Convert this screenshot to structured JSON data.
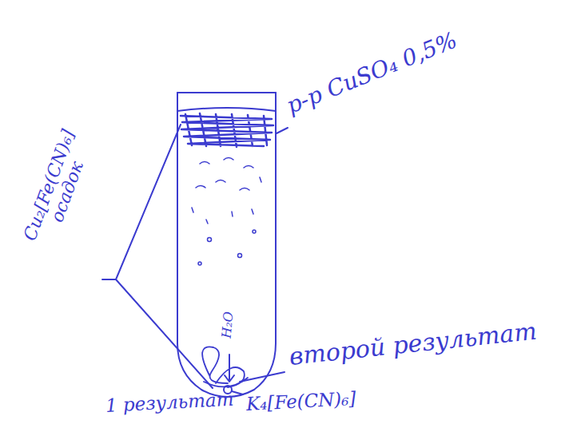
{
  "diagram": {
    "labels": [
      "р-р CuSO₄ 0,5%",
      "Cu₂[Fe(CN)₆] осадок",
      "H₂O",
      "второй результат",
      "1 результат",
      "K₄[Fe(CN)₆]"
    ]
  }
}
